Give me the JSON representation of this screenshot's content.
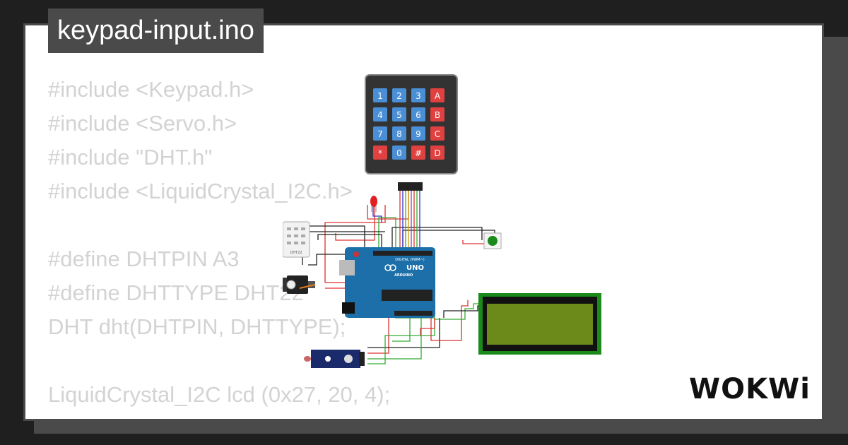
{
  "file": {
    "name": "keypad-input.ino"
  },
  "code": {
    "lines": [
      "#include <Keypad.h>",
      "#include <Servo.h>",
      "#include \"DHT.h\"",
      "#include <LiquidCrystal_I2C.h>",
      "",
      "#define DHTPIN A3",
      "#define DHTTYPE DHT22",
      "DHT dht(DHTPIN, DHTTYPE);",
      "",
      "LiquidCrystal_I2C lcd (0x27, 20, 4);"
    ]
  },
  "keypad": {
    "keys": [
      "1",
      "2",
      "3",
      "A",
      "4",
      "5",
      "6",
      "B",
      "7",
      "8",
      "9",
      "C",
      "*",
      "0",
      "#",
      "D"
    ]
  },
  "board": {
    "model": "UNO",
    "brand": "ARDUINO",
    "digital_label": "DIGITAL (PWM~)"
  },
  "sensor": {
    "label": "DHT22"
  },
  "brand": {
    "logo_text": "WOKWi"
  },
  "colors": {
    "background": "#1f1f1f",
    "card_border": "#4a4a4a",
    "code_text": "#d3d3d3",
    "key_blue": "#4a8fd6",
    "key_red": "#e04040",
    "board_blue": "#1c6fa8",
    "lcd_green": "#6b8a1a"
  }
}
